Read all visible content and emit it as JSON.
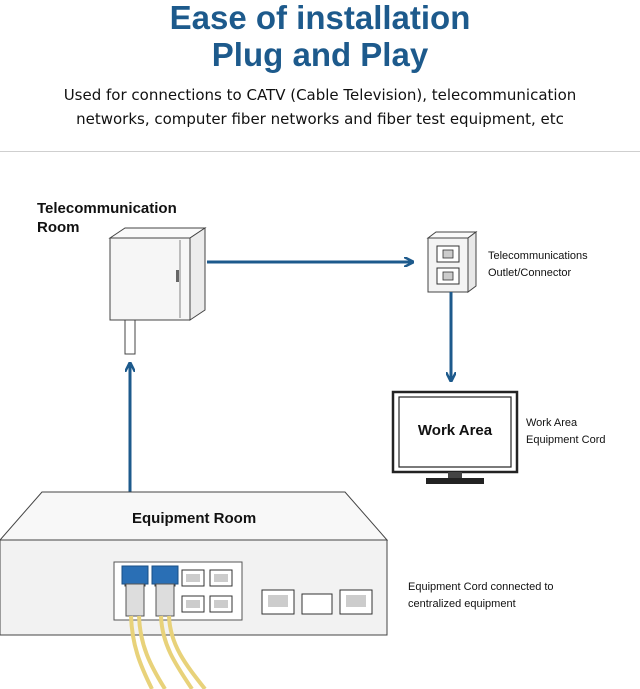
{
  "header": {
    "title_line1": "Ease of installation",
    "title_line2": "Plug and Play",
    "description_line1": "Used for connections to CATV (Cable Television), telecommunication",
    "description_line2": "networks, computer fiber networks and fiber test equipment, etc"
  },
  "diagram": {
    "telecom_room": {
      "line1": "Telecommunication",
      "line2": "Room"
    },
    "outlet": {
      "line1": "Telecommunications",
      "line2": "Outlet/Connector"
    },
    "work_area": {
      "monitor_text": "Work Area",
      "caption_line1": "Work Area",
      "caption_line2": "Equipment Cord"
    },
    "equipment_room": {
      "label": "Equipment Room",
      "caption_line1": "Equipment Cord connected to",
      "caption_line2": "centralized equipment"
    },
    "colors": {
      "title": "#1d5a8c",
      "arrow": "#1d5a8c",
      "fiber_cable": "#e8d27a",
      "connector": "#2a6fb5"
    }
  }
}
